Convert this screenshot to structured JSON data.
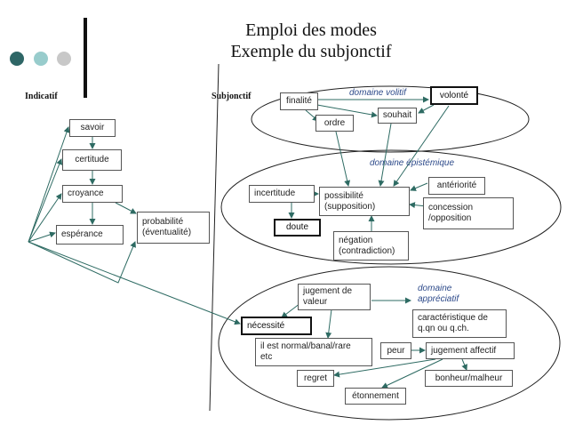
{
  "title": {
    "line1": "Emploi des modes",
    "line2": "Exemple du subjonctif"
  },
  "headings": {
    "indicatif": "Indicatif",
    "subjonctif": "Subjonctif"
  },
  "decor": {
    "dots": [
      "#2e6666",
      "#98cccc",
      "#c8c8c8"
    ]
  },
  "indicatif": {
    "savoir": "savoir",
    "certitude": "certitude",
    "croyance": "croyance",
    "esperance": "espérance",
    "probabilite": "probabilité",
    "probabilite2": "(éventualité)"
  },
  "volitif": {
    "label": "domaine volitif",
    "finalite": "finalité",
    "volonte": "volonté",
    "souhait": "souhait",
    "ordre": "ordre"
  },
  "epistemique": {
    "label": "domaine épistémique",
    "incertitude": "incertitude",
    "possibilite": "possibilité",
    "possibilite2": "(supposition)",
    "doute": "doute",
    "anteriorite": "antériorité",
    "concession": "concession",
    "concession2": "/opposition",
    "negation": "négation",
    "negation2": "(contradiction)"
  },
  "appreciatif": {
    "label1": "domaine",
    "label2": "appréciatif",
    "jugement_valeur": "jugement de",
    "jugement_valeur2": "valeur",
    "necessite": "nécessité",
    "caracteristique": "caractéristique de",
    "caracteristique2": "q.qn ou q.ch.",
    "normal": "il est normal/banal/rare",
    "normal2": "etc",
    "peur": "peur",
    "jugement_affectif": "jugement affectif",
    "regret": "regret",
    "bonheur": "bonheur/malheur",
    "etonnement": "étonnement"
  },
  "colors": {
    "arrow": "#2e6b63",
    "ellipse": "#222222"
  }
}
